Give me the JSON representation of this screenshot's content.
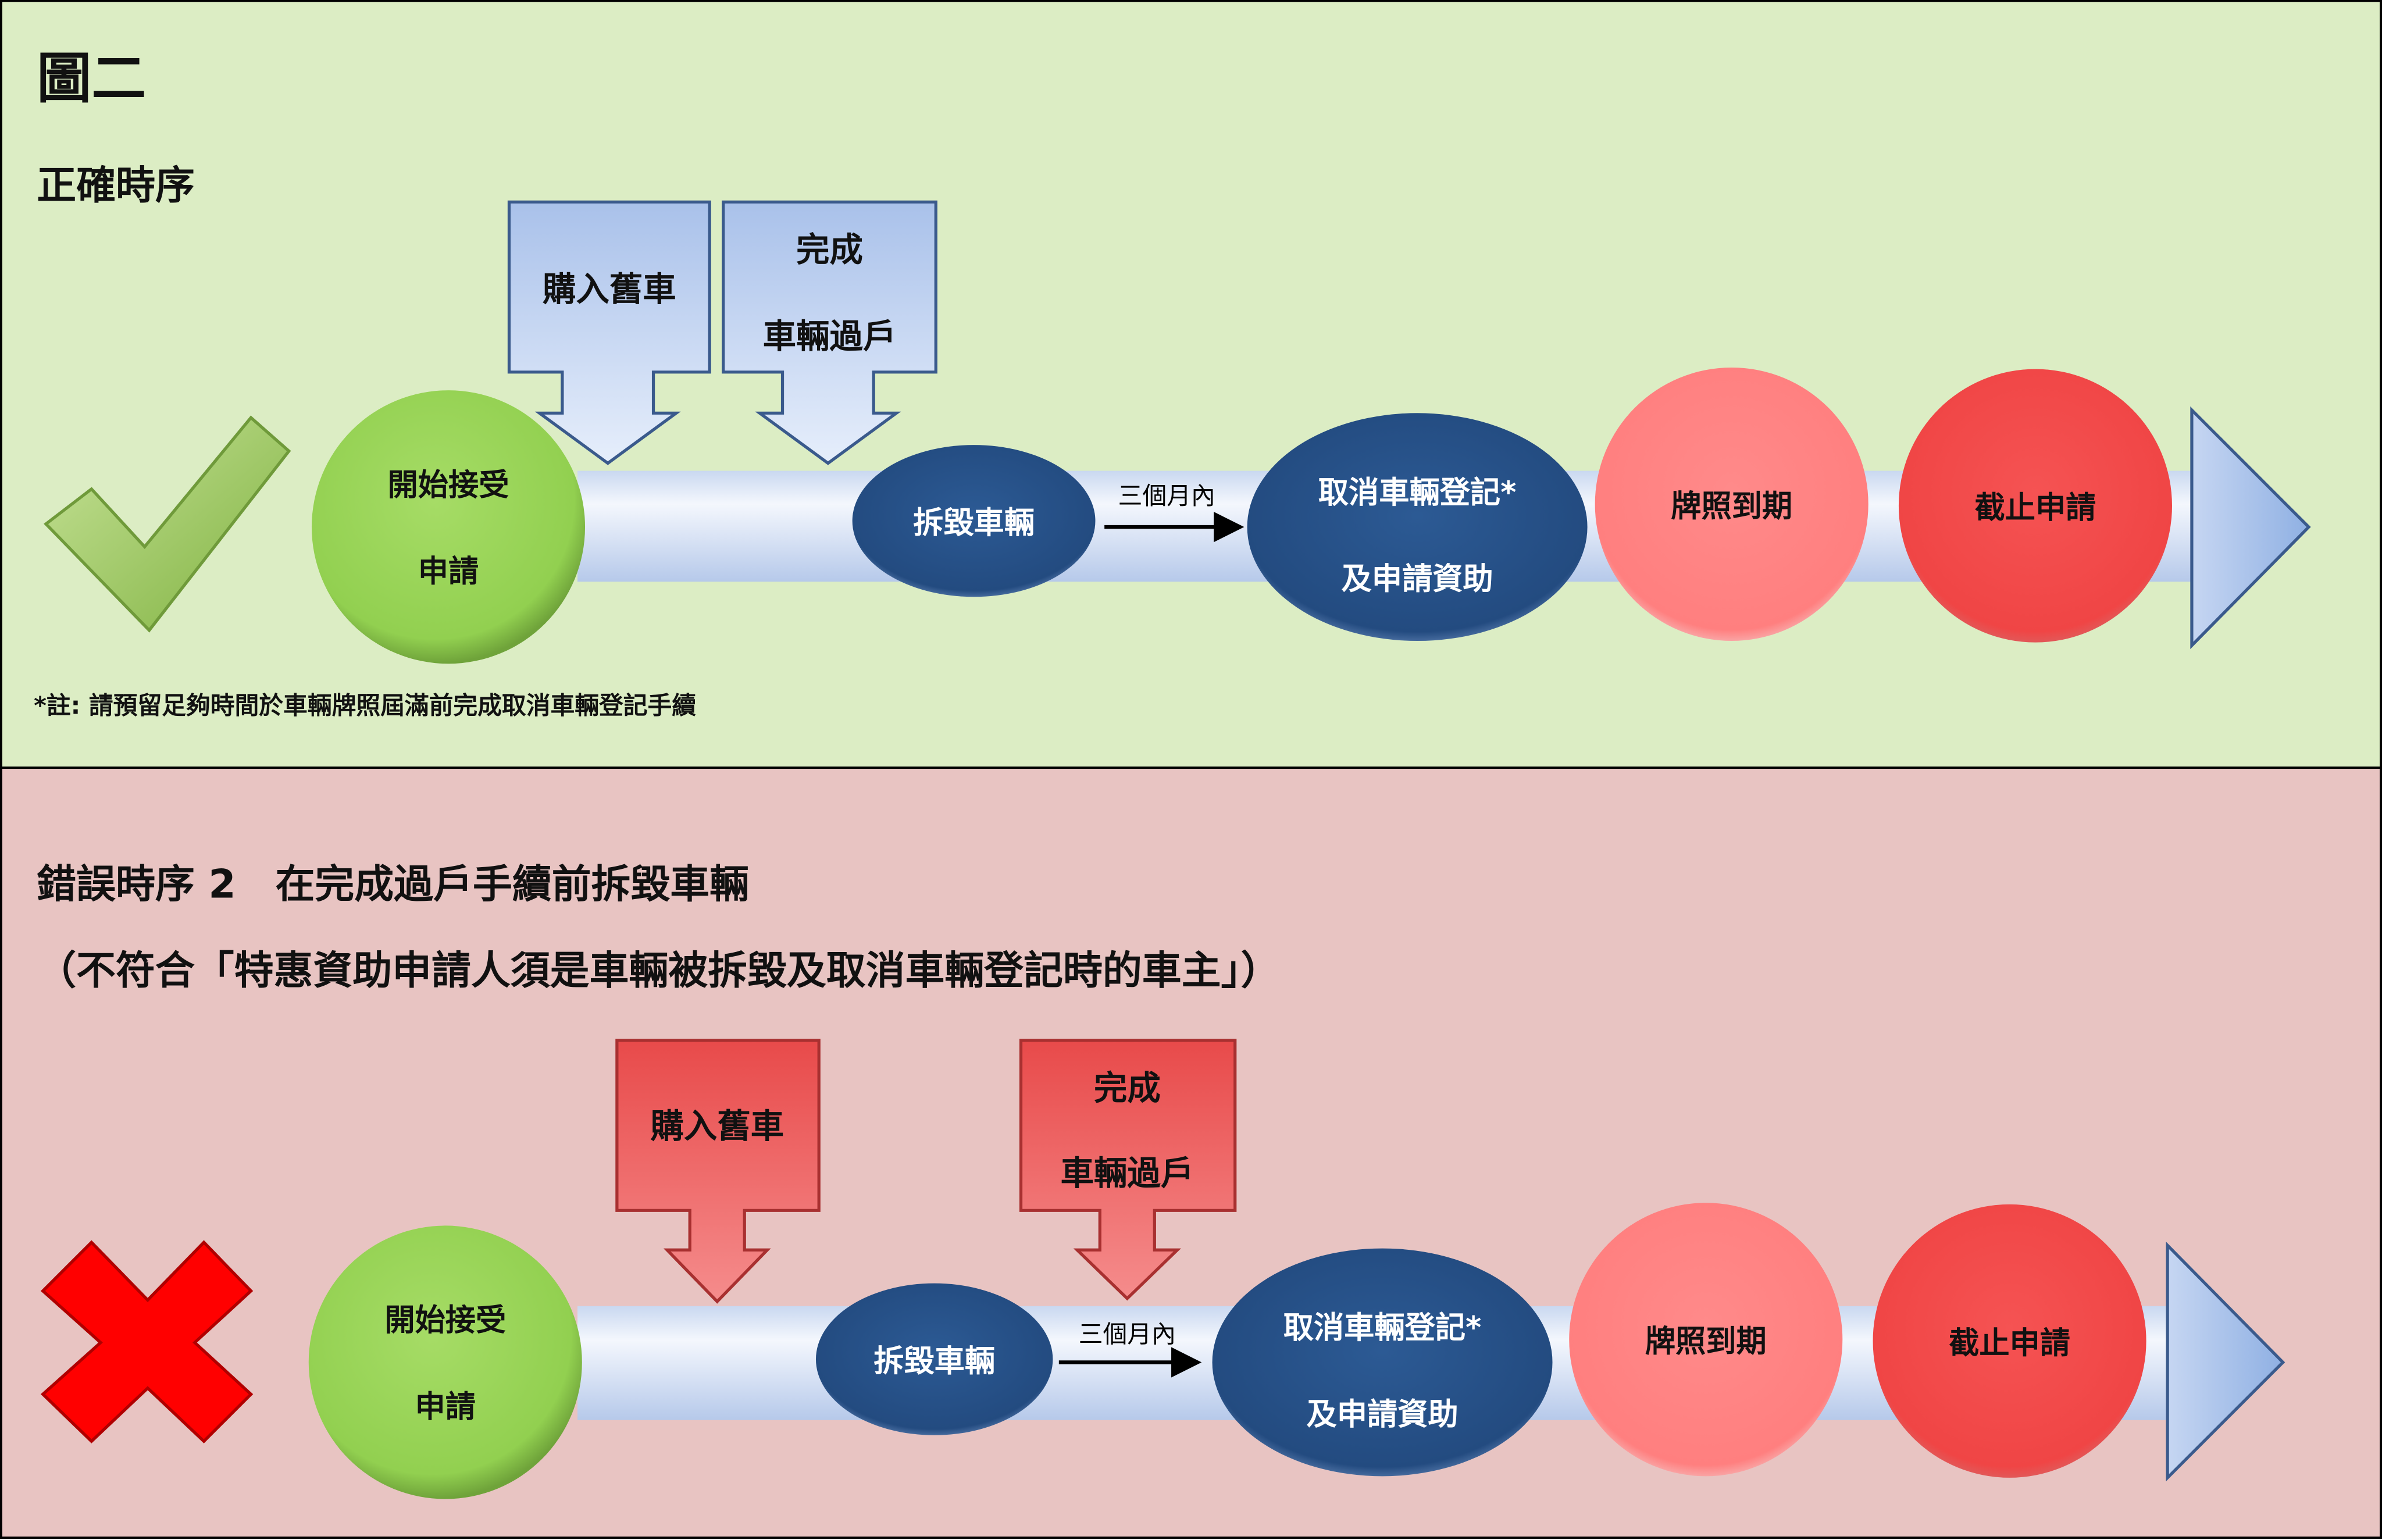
{
  "figure_title": "圖二",
  "correct": {
    "heading": "正確時序",
    "callout_buy": "購入舊車",
    "callout_transfer_1": "完成",
    "callout_transfer_2": "車輛過戶",
    "start_1": "開始接受",
    "start_2": "申請",
    "dismantle": "拆毀車輛",
    "within": "三個月內",
    "cancel_1": "取消車輛登記*",
    "cancel_2": "及申請資助",
    "licence_expiry": "牌照到期",
    "deadline": "截止申請",
    "note": "*註:  請預留足夠時間於車輛牌照屆滿前完成取消車輛登記手續"
  },
  "wrong": {
    "heading": "錯誤時序 2　在完成過戶手續前拆毀車輛",
    "subheading": "（不符合「特惠資助申請人須是車輛被拆毀及取消車輛登記時的車主」）",
    "callout_buy": "購入舊車",
    "callout_transfer_1": "完成",
    "callout_transfer_2": "車輛過戶",
    "start_1": "開始接受",
    "start_2": "申請",
    "dismantle": "拆毀車輛",
    "within": "三個月內",
    "cancel_1": "取消車輛登記*",
    "cancel_2": "及申請資助",
    "licence_expiry": "牌照到期",
    "deadline": "截止申請"
  },
  "colors": {
    "correct_bg": "#dcedc4",
    "wrong_bg": "#e8c4c2",
    "navy": "#234b80",
    "green": "#92d050",
    "pink": "#ff8080",
    "red": "#f24a4a"
  }
}
